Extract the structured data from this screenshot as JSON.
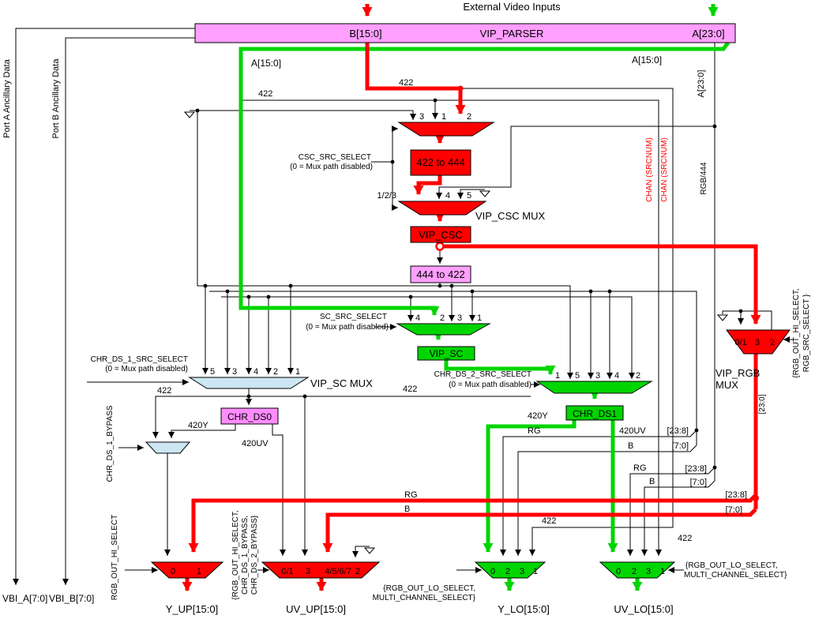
{
  "title": "External Video Inputs",
  "parser": {
    "label": "VIP_PARSER",
    "port_b": "B[15:0]",
    "port_a": "A[23:0]"
  },
  "left": {
    "port_a": "Port A Ancillary Data",
    "port_b": "Port B Ancillary Data",
    "vbi_a": "VBI_A[7:0]",
    "vbi_b": "VBI_B[7:0]"
  },
  "blocks": {
    "conv422": "422 to 444",
    "csc": "VIP_CSC",
    "conv444": "444 to 422",
    "sc": "VIP_SC",
    "ds0": "CHR_DS0",
    "ds1": "CHR_DS1"
  },
  "mux_labels": {
    "csc": "VIP_CSC MUX",
    "sc": "VIP_SC MUX",
    "rgb_line1": "VIP_RGB",
    "rgb_line2": "MUX"
  },
  "selects": {
    "csc": "CSC_SRC_SELECT",
    "sc": "SC_SRC_SELECT",
    "ds1": "CHR_DS_1_SRC_SELECT",
    "ds2": "CHR_DS_2_SRC_SELECT",
    "note": "(0 = Mux path disabled)",
    "ds1_bypass": "CHR_DS_1_BYPASS",
    "rgb_out_hi": "RGB_OUT_HI_SELECT",
    "uvup_1": "{RGB_OUT_HI_SELECT,",
    "uvup_2": "CHR_DS_1_BYPASS,",
    "uvup_3": "CHR_DS_2_BYPASS}",
    "rgb_1": "{RGB_OUT_HI_SELECT,",
    "rgb_2": "RGB_SRC_SELECT }",
    "lo_1": "{RGB_OUT_LO_SELECT,",
    "lo_2": "MULTI_CHANNEL_SELECT}"
  },
  "signals": {
    "a15": "A[15:0]",
    "a23_vert": "A[23:0]",
    "rgb444": "RGB/444",
    "chan": "CHAN (SRCNUM)",
    "s422": "422",
    "sel123": "1/2/3",
    "y420": "420Y",
    "uv420": "420UV",
    "rg": "RG",
    "b": "B",
    "hi_slice": "[23:8]",
    "lo_slice": "[7:0]",
    "full_slice": "[23:0]"
  },
  "outputs": {
    "y_up": "Y_UP[15:0]",
    "uv_up": "UV_UP[15:0]",
    "y_lo": "Y_LO[15:0]",
    "uv_lo": "UV_LO[15:0]"
  },
  "mux_inputs": {
    "m1": [
      "3",
      "1",
      "2"
    ],
    "m2": [
      "1/2/3",
      "4",
      "5"
    ],
    "m3": [
      "4",
      "2",
      "3",
      "1"
    ],
    "m5": [
      "5",
      "3",
      "4",
      "2",
      "1"
    ],
    "m4": [
      "1",
      "5",
      "3",
      "4",
      "2"
    ],
    "rgb": [
      "0/1",
      "3",
      "2"
    ],
    "y_up": [
      "0",
      "1"
    ],
    "uv_up": [
      "0/1",
      "3",
      "4/5/6/7",
      "2"
    ],
    "y_lo": [
      "0",
      "2",
      "3",
      "1"
    ],
    "uv_lo": [
      "0",
      "2",
      "3",
      "1"
    ]
  },
  "colors": {
    "red": "#ff0000",
    "green": "#00d500",
    "pink": "#ff9fff",
    "magenta": "#ff8cff",
    "lightblue": "#cce6f2",
    "wire": "#000000"
  }
}
